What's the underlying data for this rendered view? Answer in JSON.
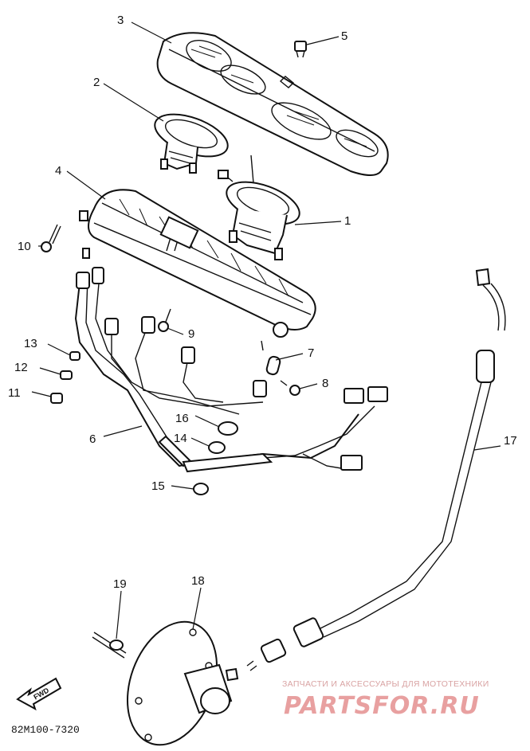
{
  "callouts": [
    {
      "id": "1",
      "label": "1"
    },
    {
      "id": "2",
      "label": "2"
    },
    {
      "id": "3",
      "label": "3"
    },
    {
      "id": "4",
      "label": "4"
    },
    {
      "id": "5",
      "label": "5"
    },
    {
      "id": "6",
      "label": "6"
    },
    {
      "id": "7",
      "label": "7"
    },
    {
      "id": "8",
      "label": "8"
    },
    {
      "id": "9",
      "label": "9"
    },
    {
      "id": "10",
      "label": "10"
    },
    {
      "id": "11",
      "label": "11"
    },
    {
      "id": "12",
      "label": "12"
    },
    {
      "id": "13",
      "label": "13"
    },
    {
      "id": "14",
      "label": "14"
    },
    {
      "id": "15",
      "label": "15"
    },
    {
      "id": "16",
      "label": "16"
    },
    {
      "id": "17",
      "label": "17"
    },
    {
      "id": "18",
      "label": "18"
    },
    {
      "id": "19",
      "label": "19"
    }
  ],
  "diagram_code": "82M100-7320",
  "fwd_label": "FWD",
  "watermark": {
    "subtitle": "ЗАПЧАСТИ И АКСЕССУАРЫ ДЛЯ МОТОТЕХНИКИ",
    "brand": "PARTSFOR.RU"
  },
  "colors": {
    "ink": "#111111",
    "watermark": "#e8a0a0"
  }
}
